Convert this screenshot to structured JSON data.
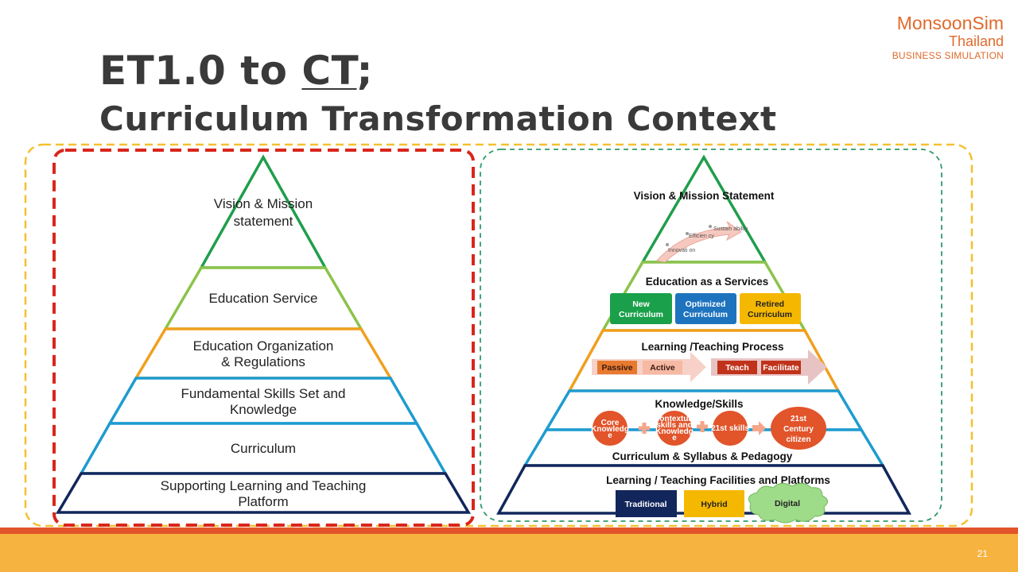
{
  "title": {
    "line1_part1": "ET1.0 to ",
    "line1_underlined": "CT",
    "line1_part2": ";",
    "line2": "Curriculum Transformation Context"
  },
  "logo": {
    "name": "MonsoonSim",
    "country": "Thailand",
    "tagline": "BUSINESS SIMULATION"
  },
  "page_number": "21",
  "colors": {
    "title": "#3a3a3a",
    "logo": "#e06a2c",
    "footer_red": "#e2542a",
    "footer_orange": "#f7b33f",
    "outer_dashed": "#f4c030",
    "left_dashed": "#d9261c",
    "right_dashed": "#2e9a6a"
  },
  "left_pyramid": {
    "levels": [
      {
        "line1": "Vision & Mission",
        "line2": "statement",
        "color": "#1f9e4c"
      },
      {
        "line1": "Education Service",
        "line2": "",
        "color": "#8bc34a"
      },
      {
        "line1": "Education Organization",
        "line2": "& Regulations",
        "color": "#f0a01e"
      },
      {
        "line1": "Fundamental Skills Set and",
        "line2": "Knowledge",
        "color": "#1e9bd0"
      },
      {
        "line1": "Curriculum",
        "line2": "",
        "color": "#1e9bd0"
      },
      {
        "line1": "Supporting Learning and Teaching",
        "line2": "Platform",
        "color": "#12265c"
      }
    ]
  },
  "right_pyramid": {
    "vision": {
      "label": "Vision & Mission Statement",
      "arrow_points": [
        "Innovati on",
        "Efficien cy",
        "Sustain ability"
      ]
    },
    "service": {
      "label": "Education as a Services",
      "boxes": [
        {
          "text": "New Curriculum",
          "color": "#1aa04a"
        },
        {
          "text": "Optimized Curriculum",
          "color": "#1e73be"
        },
        {
          "text": "Retired Curriculum",
          "color": "#f5b800"
        }
      ]
    },
    "process": {
      "label": "Learning /Teaching Process",
      "steps": [
        "Passive",
        "Active",
        "Teach",
        "Facilitate"
      ]
    },
    "knowledge": {
      "label": "Knowledge/Skills",
      "circles": [
        "Core Knowledg e",
        "Contextual skills and Knowledg e",
        "21st skills",
        "21st Century citizen"
      ]
    },
    "curriculum": {
      "label": "Curriculum & Syllabus & Pedagogy"
    },
    "facilities": {
      "label": "Learning / Teaching Facilities and Platforms",
      "platforms": [
        {
          "text": "Traditional",
          "color": "#12265c"
        },
        {
          "text": "Hybrid",
          "color": "#f5b800"
        },
        {
          "text": "Digital",
          "color": "#9fdc8a"
        }
      ]
    }
  }
}
